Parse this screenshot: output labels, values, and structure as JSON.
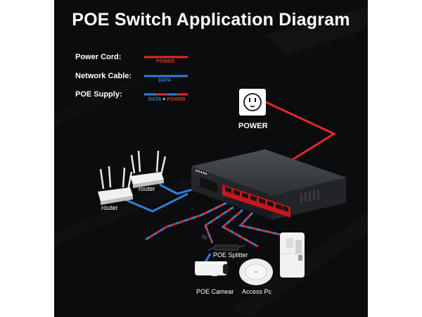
{
  "title": "POE Switch Application Diagram",
  "legend": {
    "power_cord": {
      "label": "Power Cord:",
      "tag": "POWER",
      "color": "#e02a2a"
    },
    "network_cable": {
      "label": "Network Cable:",
      "tag": "DATA",
      "color": "#2f7fd6"
    },
    "poe_supply": {
      "label": "POE Supply:",
      "tag_data": "DATA",
      "tag_plus": " + ",
      "tag_power": "POWER"
    }
  },
  "power_outlet": {
    "label": "POWER",
    "icon": "power-outlet-icon"
  },
  "devices": {
    "router_a": {
      "label": "router",
      "icon": "wifi-router-icon"
    },
    "router_b": {
      "label": "router",
      "icon": "wifi-router-icon"
    },
    "poe_splitter": {
      "label": "POE Splitter",
      "icon": "poe-splitter-icon"
    },
    "poe_camera": {
      "label": "POE Camear",
      "icon": "bullet-camera-icon"
    },
    "access_pc": {
      "label": "Access Pc",
      "icon": "ceiling-access-point-icon"
    },
    "bridge": {
      "icon": "wireless-bridge-icon"
    }
  },
  "switch": {
    "icon": "poe-switch-icon"
  },
  "colors": {
    "background": "#0b0c0d",
    "power": "#e02a2a",
    "data": "#2f7fd6",
    "switch_body": "#3a3d42",
    "port_panel": "#c8161d"
  }
}
